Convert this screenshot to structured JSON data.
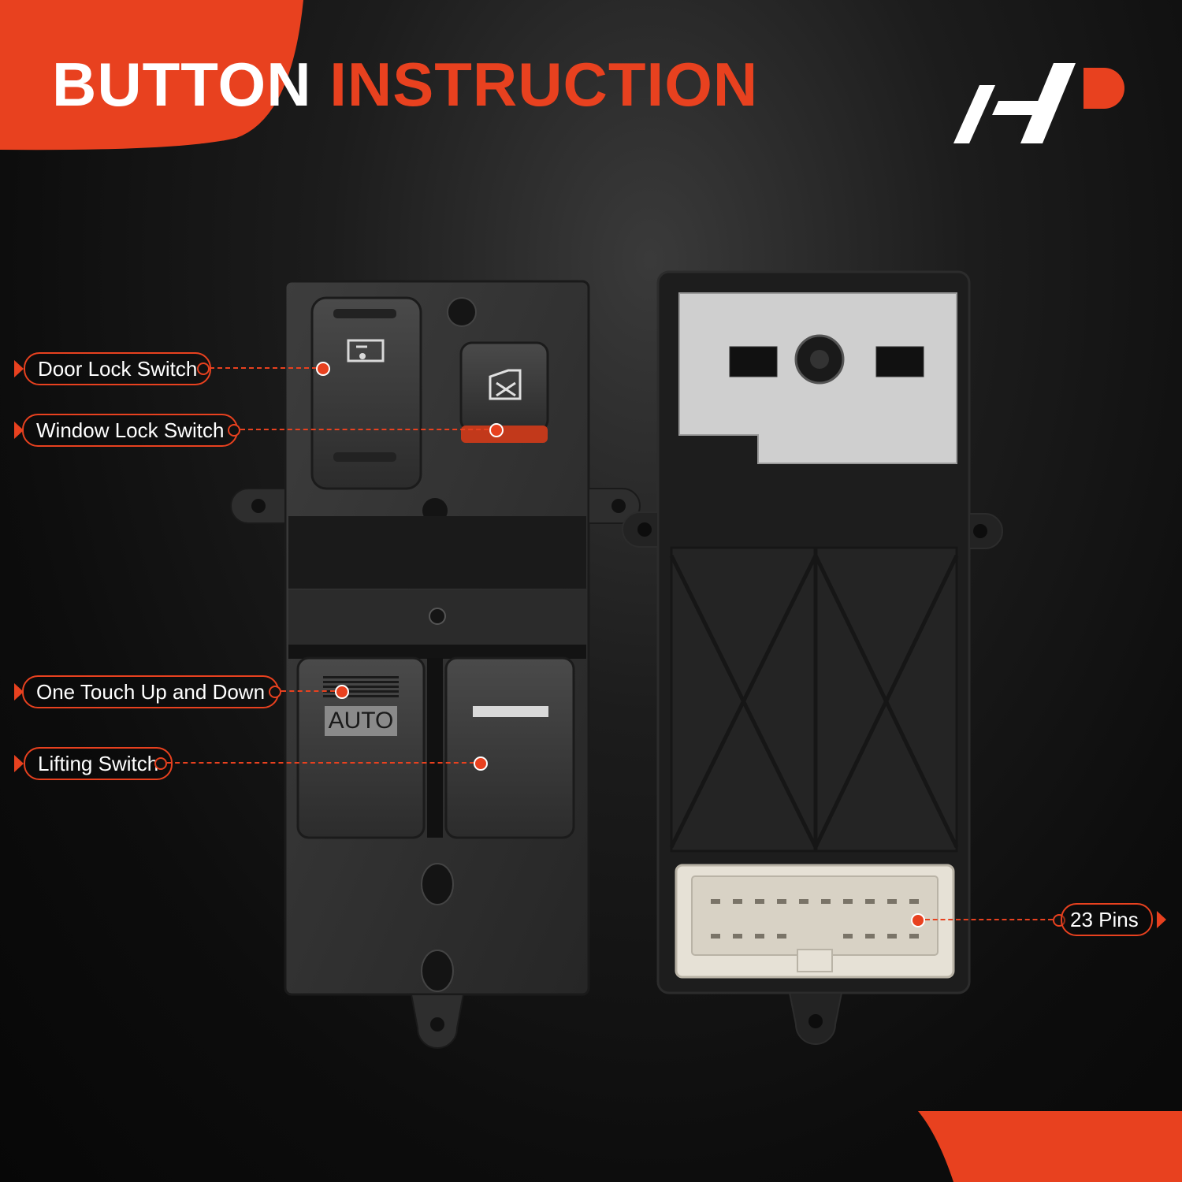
{
  "title": {
    "part1": "BUTTON",
    "part2": "INSTRUCTION"
  },
  "labels": {
    "door_lock": "Door Lock Switch",
    "window_lock": "Window Lock Switch",
    "one_touch": "One Touch Up and Down",
    "lifting": "Lifting Switch",
    "pins": "23 Pins"
  },
  "switch_marking": "AUTO",
  "colors": {
    "accent": "#e8411f",
    "text": "#ffffff",
    "background": "#0b0b0b"
  }
}
